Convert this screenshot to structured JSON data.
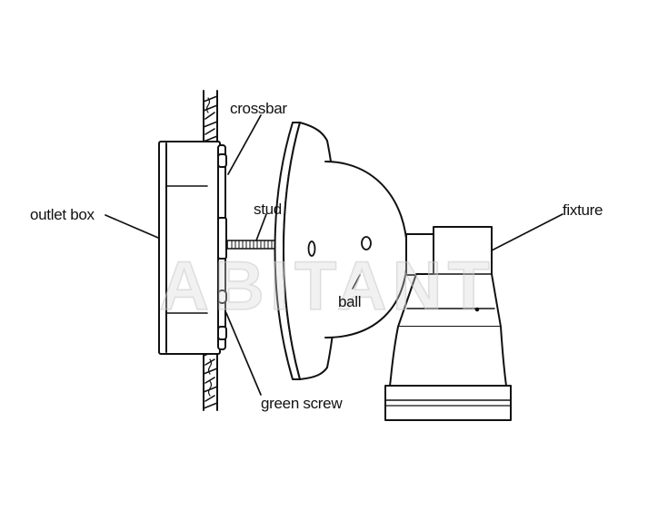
{
  "labels": {
    "crossbar": "crossbar",
    "outlet_box": "outlet box",
    "stud": "stud",
    "fixture": "fixture",
    "ball": "ball",
    "green_screw": "green screw"
  },
  "watermark": "ABITANT",
  "colors": {
    "line": "#111111",
    "background": "#ffffff",
    "watermark": "#d7d7d7"
  }
}
